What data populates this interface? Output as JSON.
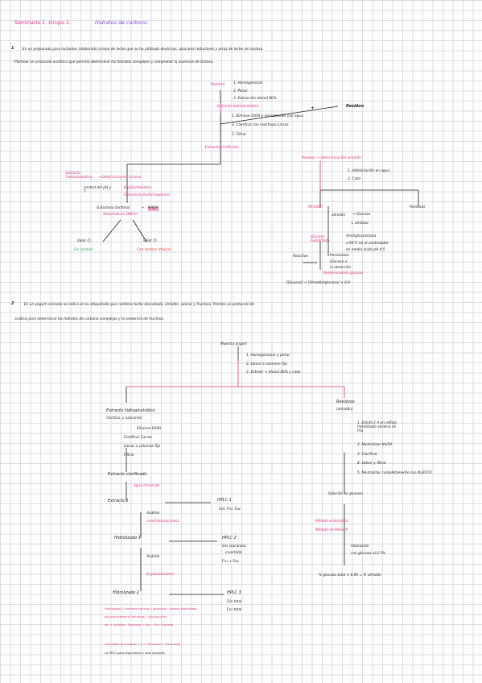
{
  "header": {
    "seminar": "Seminario 1. Grupo 1.",
    "topic": "Hidratos de carbono"
  },
  "q1": {
    "number": "1",
    "statement_line1": "En un preparado para lactantes (elaborado a base de leche que se ha utilizado dextrinas, azúcares reductores y arroz de leche sin lactosa.",
    "statement_line2": "Plantear un protocolo analítico que permita determinar los hidratos complejos y comprobar la ausencia de lactosa.",
    "muestra": "Muestra",
    "steps_a": [
      "1. Homogeneizar",
      "2. Pesar",
      "3. Extracción etanol 80%"
    ],
    "extracto": "Extracto hidroalcohólico",
    "steps_b": [
      "1. Eliminar EtOH y resuspender con agua",
      "2. Clarificar con reactivos Carrez",
      "3. Filtrar"
    ],
    "extracto_clarificado": "Extracto clarificado",
    "residuo": "Residuo",
    "residuo_flow": "Residuo → Determinación almidón",
    "residuo_steps": [
      "1. Hidrolización en agua",
      "2. Calor"
    ],
    "almidon": "Almidón",
    "residuos": "Residuos",
    "extracto_hidro": "Extracto hidroalcohólico",
    "det_lactosa": "→ Determinación lactosa",
    "ph_note": "control del pH y T",
    "beta_gal": "β-galactosidasa",
    "gal_deh": "Galactosa deshidrogenasa",
    "galactosa_lactosa": "Galactosa (lactosa)",
    "plus": "+",
    "nadh": "NADH",
    "absorbancia": "Absorbancia 340nm",
    "valor_ok": "Valor ☺",
    "valor_bad": "Valor ☹",
    "sin_lactosa": "Sin lactosa",
    "con_lactosa": "Con lactosa (tóxica)",
    "almidon_branch": [
      "almidón",
      "→ Glucosa",
      "↓ amilasa"
    ],
    "amiloglucosidasa": [
      "Amiloglucosidasa",
      "a 60°C en el controlador",
      "en medio ácido pH 4.5"
    ],
    "glucosa_hidrolizada": "Glucosa hidrolizada",
    "peroxidasa": [
      "Peroxidasa",
      "Glucosa a",
      "la absorción"
    ],
    "det_glucosa": "Determinación glucosa",
    "formula_q1": "[Glucosa] × [Almidón/glucosa] × 0.9",
    "plus_sign": "+",
    "reactivo_mark": "Reactivo"
  },
  "q2": {
    "number": "2",
    "statement_line1": "En un yogurt cremoso se indica en su etiquetado que contiene leche desnatada, almidón, azúcar y fructosa. Plantea un protocolo de",
    "statement_line2": "análisis para determinar los hidratos de carbono complejos y la presencia de fructosa.",
    "muestra": "Muestra yogurt",
    "steps": [
      "1. Homogeneizar y pesar",
      "2. Llevar a volumen fijo",
      "3. Extraer → etanol 80% y calor"
    ],
    "left_title": [
      "Extracto hidroalcohólico",
      "(lactosa, y azúcares)"
    ],
    "left_steps": [
      "Eliminar EtOH",
      "Clarificar Carrez",
      "Llevar a volumen fijo",
      "Filtrar"
    ],
    "extracto_clarificado": "Extracto clarificado",
    "agua_hirviendo": "agua hirviendo",
    "extracto1": "Extracto 1",
    "hplc1": [
      "HPLC 1",
      "Glu, Fru, Sac"
    ],
    "analisis1": "Análisis",
    "enzima1": "invertasa/sacarosa",
    "hidrolizado1": "Hidrolizado 1",
    "hplc2": [
      "HPLC 2",
      "Glu (sacarosa",
      "invertida)",
      "Fru + Sac"
    ],
    "analisis2": "Análisis",
    "enzima2": "β-galactosidasa",
    "hidrolizado2": "Hidrolizado 2",
    "hplc3": [
      "HPLC 3",
      "Glu total",
      "Fru total"
    ],
    "notes": [
      "Hidrolizado 2 contiene glucosa y galactosa · lactosa hidrolizada",
      "glucosa presente (sacarosa) · glucosa libre",
      "glu + fructosa · Sacarosa = Glu − Fru · Lactosa"
    ],
    "formula_q2": "Cantidad de fructosa = F + (Glucosa − Sacarosa)",
    "note_final": "La HPLC para disponibles y más azúcares",
    "right_title": [
      "Residuos",
      "(almidón)"
    ],
    "right_steps": [
      "1. Estufa 1 h en reflujo hidrolizado alcalino en frío",
      "2. Neutralizar NaOH",
      "3. Clarificar",
      "4. Volver y filtrar",
      "5. Neutralizar completamente con Na2CO3"
    ],
    "solucion": "Solución en glucosa",
    "metodo": [
      "Método enzimático",
      "Método de Molisch"
    ],
    "valoracion": [
      "Valoración",
      "con glucosa al 0.5%"
    ],
    "formula_final": "% glucosa total × 0.90 = % almidón"
  }
}
